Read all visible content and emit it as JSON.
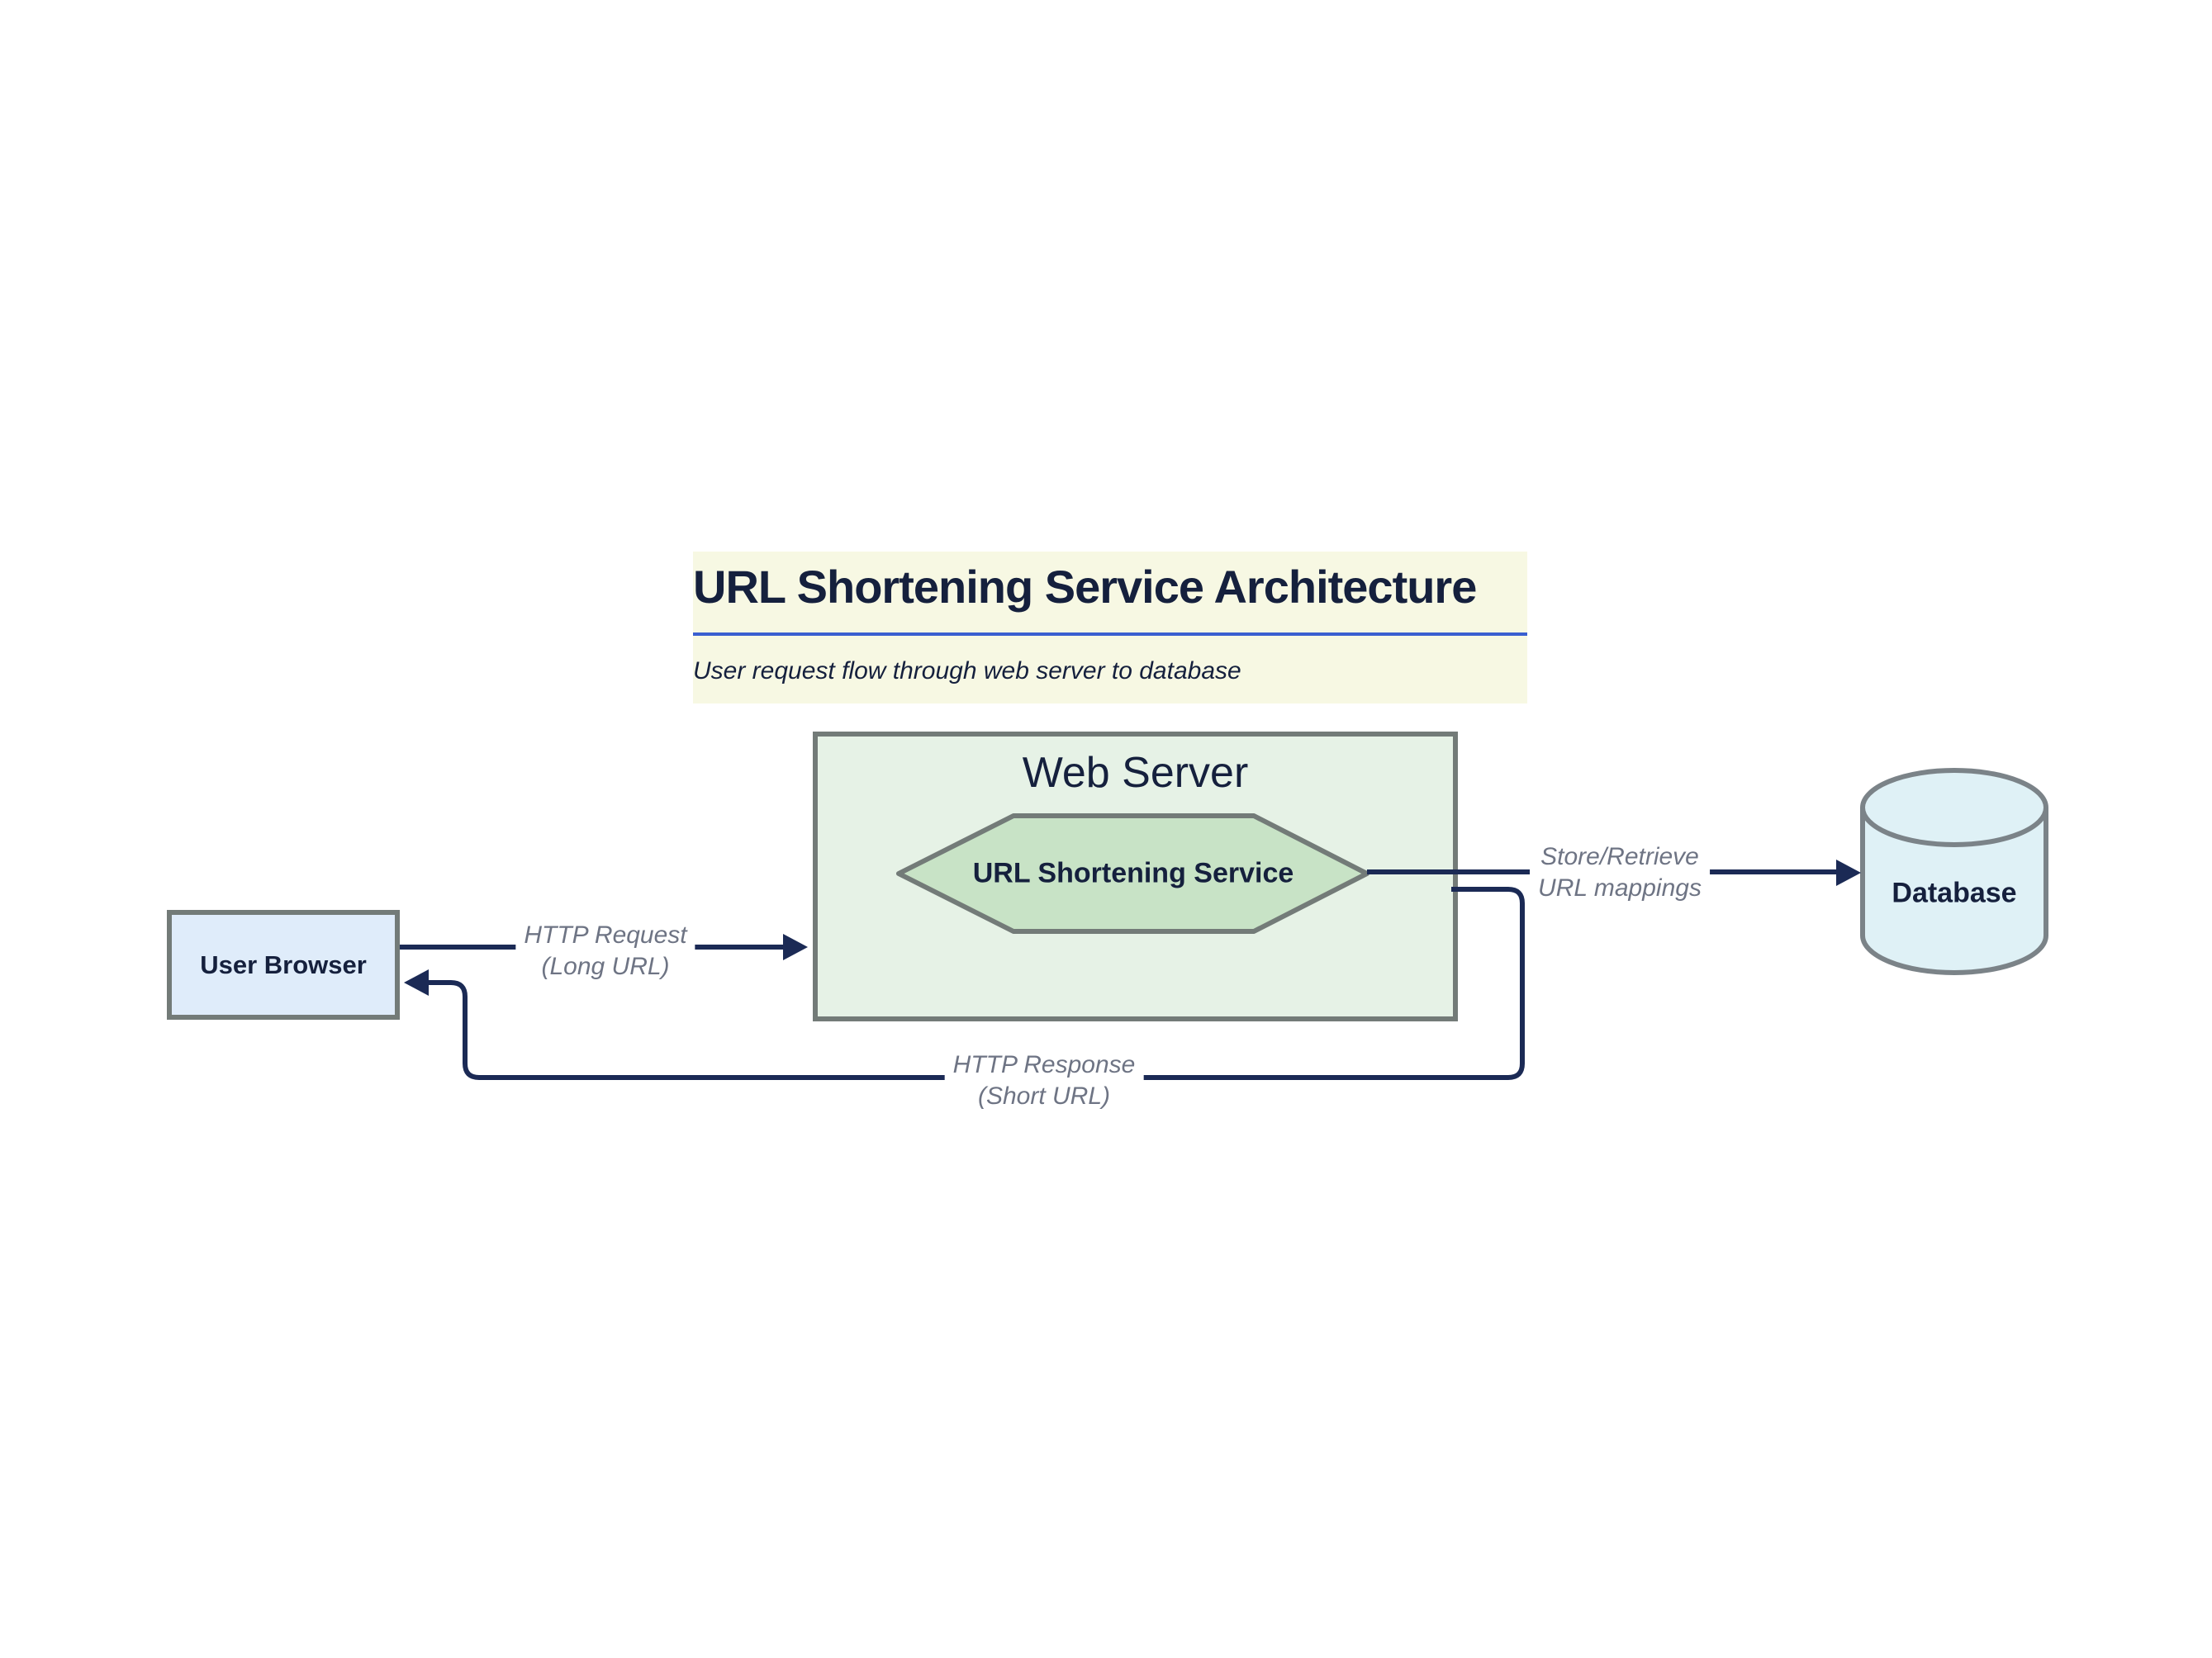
{
  "colors": {
    "edge": "#1b2a55",
    "edge-label-text": "#6e7484",
    "heading-text": "#15203d",
    "title-bg": "#f7f8e3",
    "title-underline": "#3a5fd0",
    "node-border": "#737b78",
    "web-server-fill": "#e6f2e6",
    "hexagon-fill": "#c8e3c6",
    "browser-fill": "#dfecfa",
    "database-fill": "#dff1f6"
  },
  "title_block": {
    "title": "URL Shortening Service Architecture",
    "subtitle": "User request flow through web server to database"
  },
  "nodes": {
    "web_server": {
      "label": "Web Server"
    },
    "url_shortening_service": {
      "label": "URL Shortening Service"
    },
    "user_browser": {
      "label": "User Browser"
    },
    "database": {
      "label": "Database"
    }
  },
  "edges": {
    "http_request": {
      "line1": "HTTP Request",
      "line2": "(Long URL)"
    },
    "store_retrieve": {
      "line1": "Store/Retrieve",
      "line2": "URL mappings"
    },
    "http_response": {
      "line1": "HTTP Response",
      "line2": "(Short URL)"
    }
  }
}
